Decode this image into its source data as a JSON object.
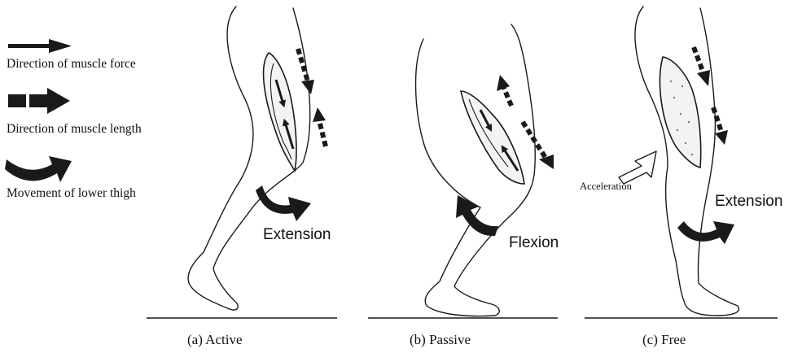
{
  "legend": {
    "muscle_force": "Direction of muscle force",
    "muscle_length": "Direction of muscle length",
    "lower_thigh_movement": "Movement of lower thigh"
  },
  "panels": [
    {
      "caption": "(a) Active",
      "motion": "Extension"
    },
    {
      "caption": "(b) Passive",
      "motion": "Flexion"
    },
    {
      "caption": "(c) Free",
      "motion": "Extension",
      "acceleration": "Acceleration"
    }
  ],
  "icons": {
    "solid_arrow": "solid-arrow-icon",
    "dashed_arrow": "dashed-arrow-icon",
    "curved_arrow": "curved-arrow-icon",
    "hollow_arrow": "hollow-arrow-icon"
  },
  "colors": {
    "ink": "#1a1a1a",
    "background": "#ffffff"
  }
}
